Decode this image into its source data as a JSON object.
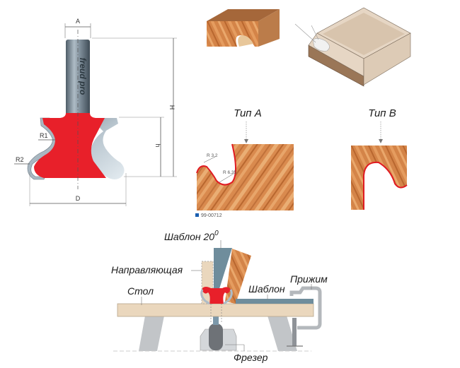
{
  "cutter_drawing": {
    "dimensions": {
      "shank_diameter": "A",
      "overall_height": "H",
      "cutting_height": "h",
      "cutting_diameter": "D",
      "radius_1": "R1",
      "radius_2": "R2"
    },
    "brand": "freud",
    "brand_line": "pro"
  },
  "profiles": {
    "type_a": {
      "title": "Тип А",
      "radius_small": "R 3,2",
      "radius_large": "R 6,35",
      "product_code": "99-00712"
    },
    "type_b": {
      "title": "Тип В"
    }
  },
  "setup": {
    "template_angle_label": "Шаблон 20",
    "template_angle_sup": "0",
    "guide_label": "Направляющая",
    "table_label": "Стол",
    "template_label": "Шаблон",
    "clamp_label": "Прижим",
    "router_label": "Фрезер"
  },
  "colors": {
    "cutter_red": "#e8202a",
    "steel": "#8a9aa6",
    "wood": "#d98a4e",
    "table": "#ead7bd",
    "template": "#6f8d9c"
  }
}
